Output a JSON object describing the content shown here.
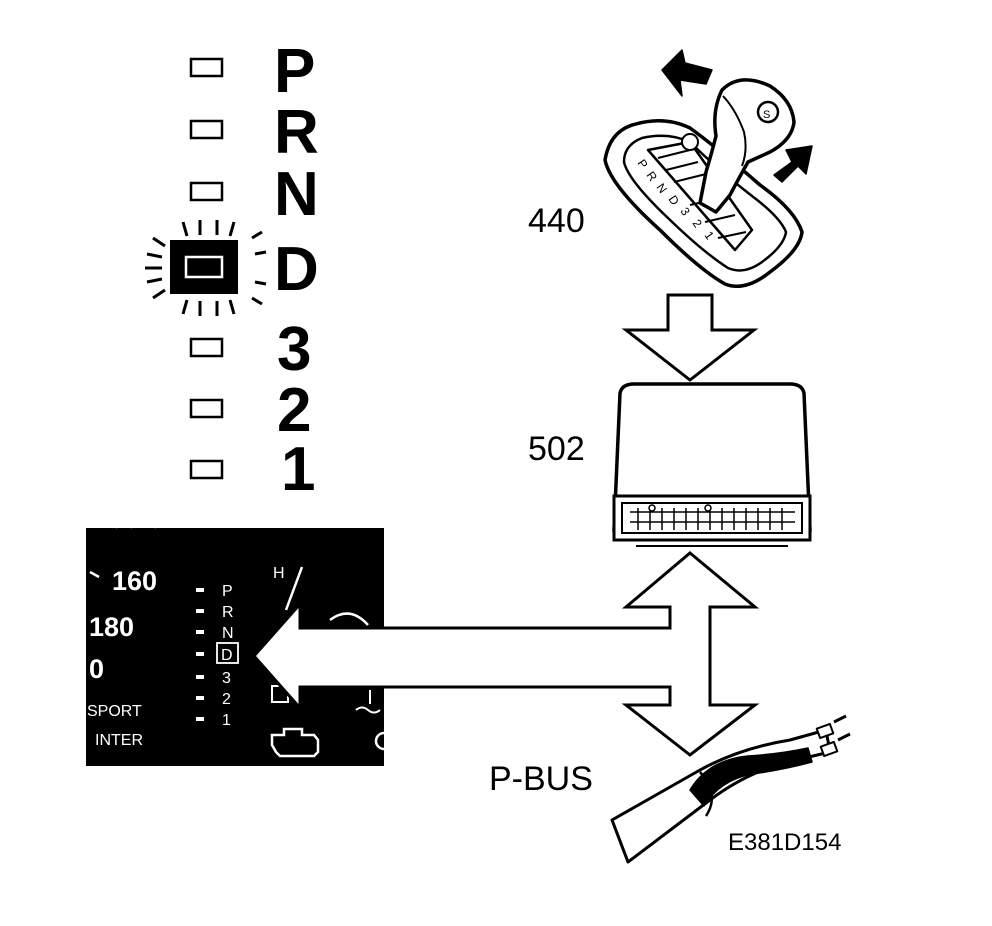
{
  "gear_indicator": {
    "letters": [
      "P",
      "R",
      "N",
      "D",
      "3",
      "2",
      "1"
    ],
    "active": "D"
  },
  "cluster": {
    "speed_labels": [
      "160",
      "180",
      "0"
    ],
    "gears": [
      "P",
      "R",
      "N",
      "D",
      "3",
      "2",
      "1"
    ],
    "active": "D",
    "sport_label": "SPORT",
    "winter_label": "INTER",
    "temp_h_label": "H"
  },
  "components": {
    "gear_selector_ref": "440",
    "control_module_ref": "502",
    "bus_label": "P-BUS"
  },
  "figure_code": "E381D154",
  "shifter_gate_labels": [
    "P",
    "R",
    "N",
    "D",
    "3",
    "2",
    "1"
  ]
}
